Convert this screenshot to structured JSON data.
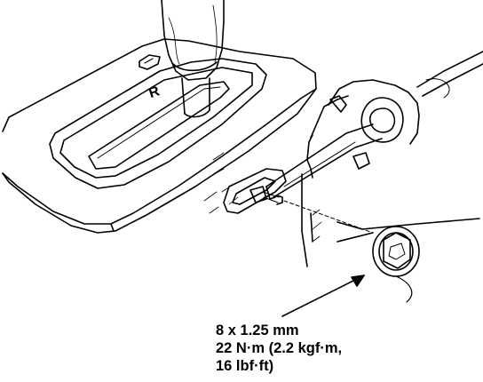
{
  "shifter": {
    "position_letter": "R"
  },
  "spec": {
    "bolt_size": "8 x 1.25 mm",
    "torque_line1": "22 N·m (2.2 kgf·m,",
    "torque_line2": "16 lbf·ft)"
  },
  "colors": {
    "ink": "#000000",
    "paper": "#ffffff"
  }
}
